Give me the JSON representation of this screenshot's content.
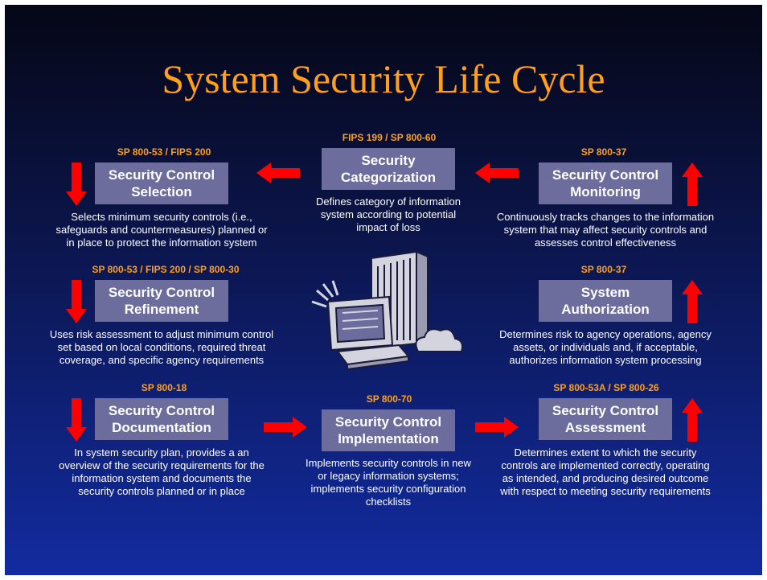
{
  "title": "System Security Life Cycle",
  "colors": {
    "accent": "#ff9f1c",
    "box": "#6d6d9d",
    "arrow": "#ff0000",
    "text": "#ffffff"
  },
  "steps": {
    "categorization": {
      "ref": "FIPS 199 / SP 800-60",
      "label": "Security\nCategorization",
      "desc": "Defines category of information\nsystem according to potential\nimpact of loss"
    },
    "selection": {
      "ref": "SP 800-53 / FIPS 200",
      "label": "Security Control\nSelection",
      "desc": "Selects minimum security controls (i.e.,\nsafeguards and countermeasures) planned or\nin place to protect the information system"
    },
    "monitoring": {
      "ref": "SP 800-37",
      "label": "Security Control\nMonitoring",
      "desc": "Continuously tracks changes to the information\nsystem that may affect security controls and\nassesses control effectiveness"
    },
    "refinement": {
      "ref": "SP 800-53 / FIPS 200 / SP 800-30",
      "label": "Security Control\nRefinement",
      "desc": "Uses risk assessment to adjust minimum control\nset based on local conditions, required threat\ncoverage, and specific agency requirements"
    },
    "authorization": {
      "ref": "SP 800-37",
      "label": "System\nAuthorization",
      "desc": "Determines risk to agency operations, agency\nassets, or individuals and, if acceptable,\nauthorizes information system processing"
    },
    "documentation": {
      "ref": "SP 800-18",
      "label": "Security Control\nDocumentation",
      "desc": "In system security plan, provides a an\noverview of the security requirements for the\ninformation system and documents the\nsecurity controls planned or in place"
    },
    "implementation": {
      "ref": "SP 800-70",
      "label": "Security Control\nImplementation",
      "desc": "Implements security controls in new\nor legacy information systems;\nimplements security configuration\nchecklists"
    },
    "assessment": {
      "ref": "SP 800-53A / SP 800-26",
      "label": "Security Control\nAssessment",
      "desc": "Determines extent to which the security\ncontrols are implemented correctly, operating\nas intended, and producing desired outcome\nwith respect to meeting security requirements"
    }
  },
  "icons": {
    "center": "computer-workstation-icon",
    "arrows": "red-arrow-icon"
  }
}
